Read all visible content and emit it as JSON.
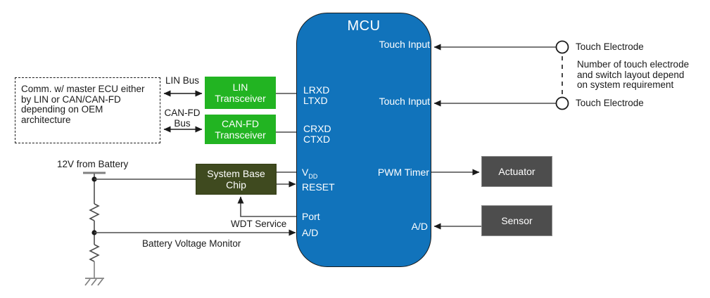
{
  "mcu": {
    "title": "MCU",
    "pins": {
      "touch_input_1": "Touch Input",
      "touch_input_2": "Touch Input",
      "lrxd": "LRXD",
      "ltxd": "LTXD",
      "crxd": "CRXD",
      "ctxd": "CTXD",
      "vdd_prefix": "V",
      "vdd_sub": "DD",
      "reset": "RESET",
      "port": "Port",
      "ad_left": "A/D",
      "pwm_timer": "PWM Timer",
      "ad_right": "A/D"
    }
  },
  "blocks": {
    "lin_transceiver": {
      "line1": "LIN",
      "line2": "Transceiver"
    },
    "canfd_transceiver": {
      "line1": "CAN-FD",
      "line2": "Transceiver"
    },
    "system_base_chip": {
      "line1": "System Base",
      "line2": "Chip"
    },
    "actuator": {
      "label": "Actuator"
    },
    "sensor": {
      "label": "Sensor"
    }
  },
  "notes": {
    "comm_note": [
      "Comm. w/ master ECU either",
      "by LIN or CAN/CAN-FD",
      "depending on OEM",
      "architecture"
    ],
    "touch_note": [
      "Number of touch electrode",
      "and switch layout depend",
      "on system requirement"
    ]
  },
  "labels": {
    "lin_bus": "LIN Bus",
    "canfd_bus_line1": "CAN-FD",
    "canfd_bus_line2": "Bus",
    "battery": "12V from Battery",
    "wdt_service": "WDT Service",
    "battery_voltage_monitor": "Battery Voltage Monitor",
    "touch_electrode_1": "Touch Electrode",
    "touch_electrode_2": "Touch Electrode"
  },
  "colors": {
    "mcu_blue": "#1173BB",
    "transceiver_green": "#22B422",
    "sbc_olive": "#3F4A1F",
    "block_gray": "#4D4D4D",
    "wire": "#4D4D4D",
    "wire_gray": "#808080",
    "arrow": "#1A1A1A"
  }
}
